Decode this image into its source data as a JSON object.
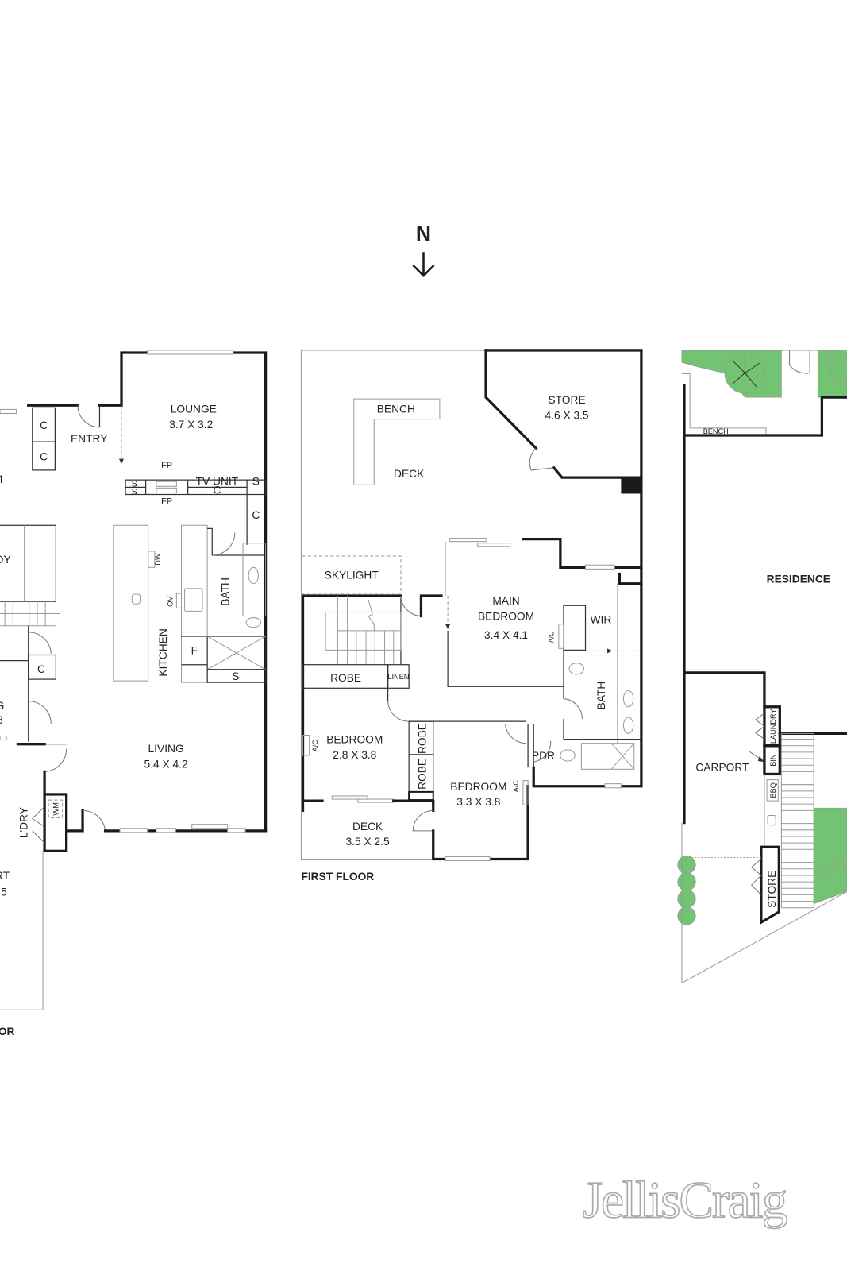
{
  "compass": {
    "letter": "N",
    "icon": "arrow-down-icon"
  },
  "ground_floor": {
    "title_fragment": "OR",
    "lounge": {
      "name": "LOUNGE",
      "size": "3.7 X 3.2"
    },
    "entry": "ENTRY",
    "cupboard": "C",
    "fireplace": "FP",
    "shelf": "S",
    "tv_unit": "TV UNIT",
    "dishwasher": "DW",
    "oven": "OV",
    "fridge": "F",
    "kitchen": "KITCHEN",
    "bath": "BATH",
    "living": {
      "name": "LIVING",
      "size": "5.4 X 4.2"
    },
    "laundry": "L'DRY",
    "washing_machine": "WM",
    "fragments": {
      "left_top": "4",
      "study": "DY",
      "dining_1": "G",
      "dining_2": "3",
      "carport_1": "RT",
      "carport_2": ".5"
    }
  },
  "first_floor": {
    "title": "FIRST FLOOR",
    "bench": "BENCH",
    "deck_top": "DECK",
    "store": {
      "name": "STORE",
      "size": "4.6 X 3.5"
    },
    "skylight": "SKYLIGHT",
    "main_bedroom": {
      "name_1": "MAIN",
      "name_2": "BEDROOM",
      "size": "3.4 X 4.1"
    },
    "wir": "WIR",
    "ac": "A/C",
    "bath": "BATH",
    "robe": "ROBE",
    "linen": "LINEN",
    "pdr": "PDR",
    "bedroom_2": {
      "name": "BEDROOM",
      "size": "2.8 X 3.8"
    },
    "bedroom_3": {
      "name": "BEDROOM",
      "size": "3.3 X 3.8"
    },
    "deck": {
      "name": "DECK",
      "size": "3.5 X 2.5"
    }
  },
  "site_plan": {
    "bench": "BENCH",
    "residence": "RESIDENCE",
    "carport": "CARPORT",
    "laundry": "LAUNDRY",
    "bin": "BIN",
    "bbq": "BBQ",
    "store": "STORE",
    "garden_color": "#72c472"
  },
  "logo": {
    "text": "JellisCraig"
  }
}
